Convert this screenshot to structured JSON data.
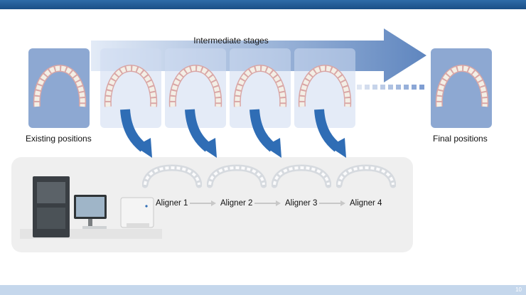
{
  "header": {
    "bar_color": "#1f5b96"
  },
  "footer": {
    "page_number": "10",
    "bar_color": "#c5d7ec"
  },
  "diagram": {
    "intermediate_label": "Intermediate stages",
    "existing_label": "Existing positions",
    "final_label": "Final positions",
    "aligners": [
      {
        "label": "Aligner 1"
      },
      {
        "label": "Aligner 2"
      },
      {
        "label": "Aligner 3"
      },
      {
        "label": "Aligner 4"
      }
    ],
    "accent_color": "#2f6db5",
    "endpoint_color": "#8da8d2"
  }
}
